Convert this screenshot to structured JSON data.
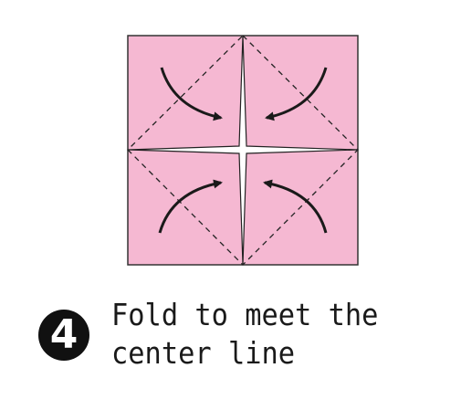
{
  "step": {
    "number": "4",
    "instruction_line1": "Fold to meet the",
    "instruction_line2": "center line"
  },
  "colors": {
    "paper": "#f5b8d2",
    "paper_edge": "#333333",
    "fold_line": "#222222",
    "arrow": "#1a1a1a",
    "badge": "#111111"
  }
}
